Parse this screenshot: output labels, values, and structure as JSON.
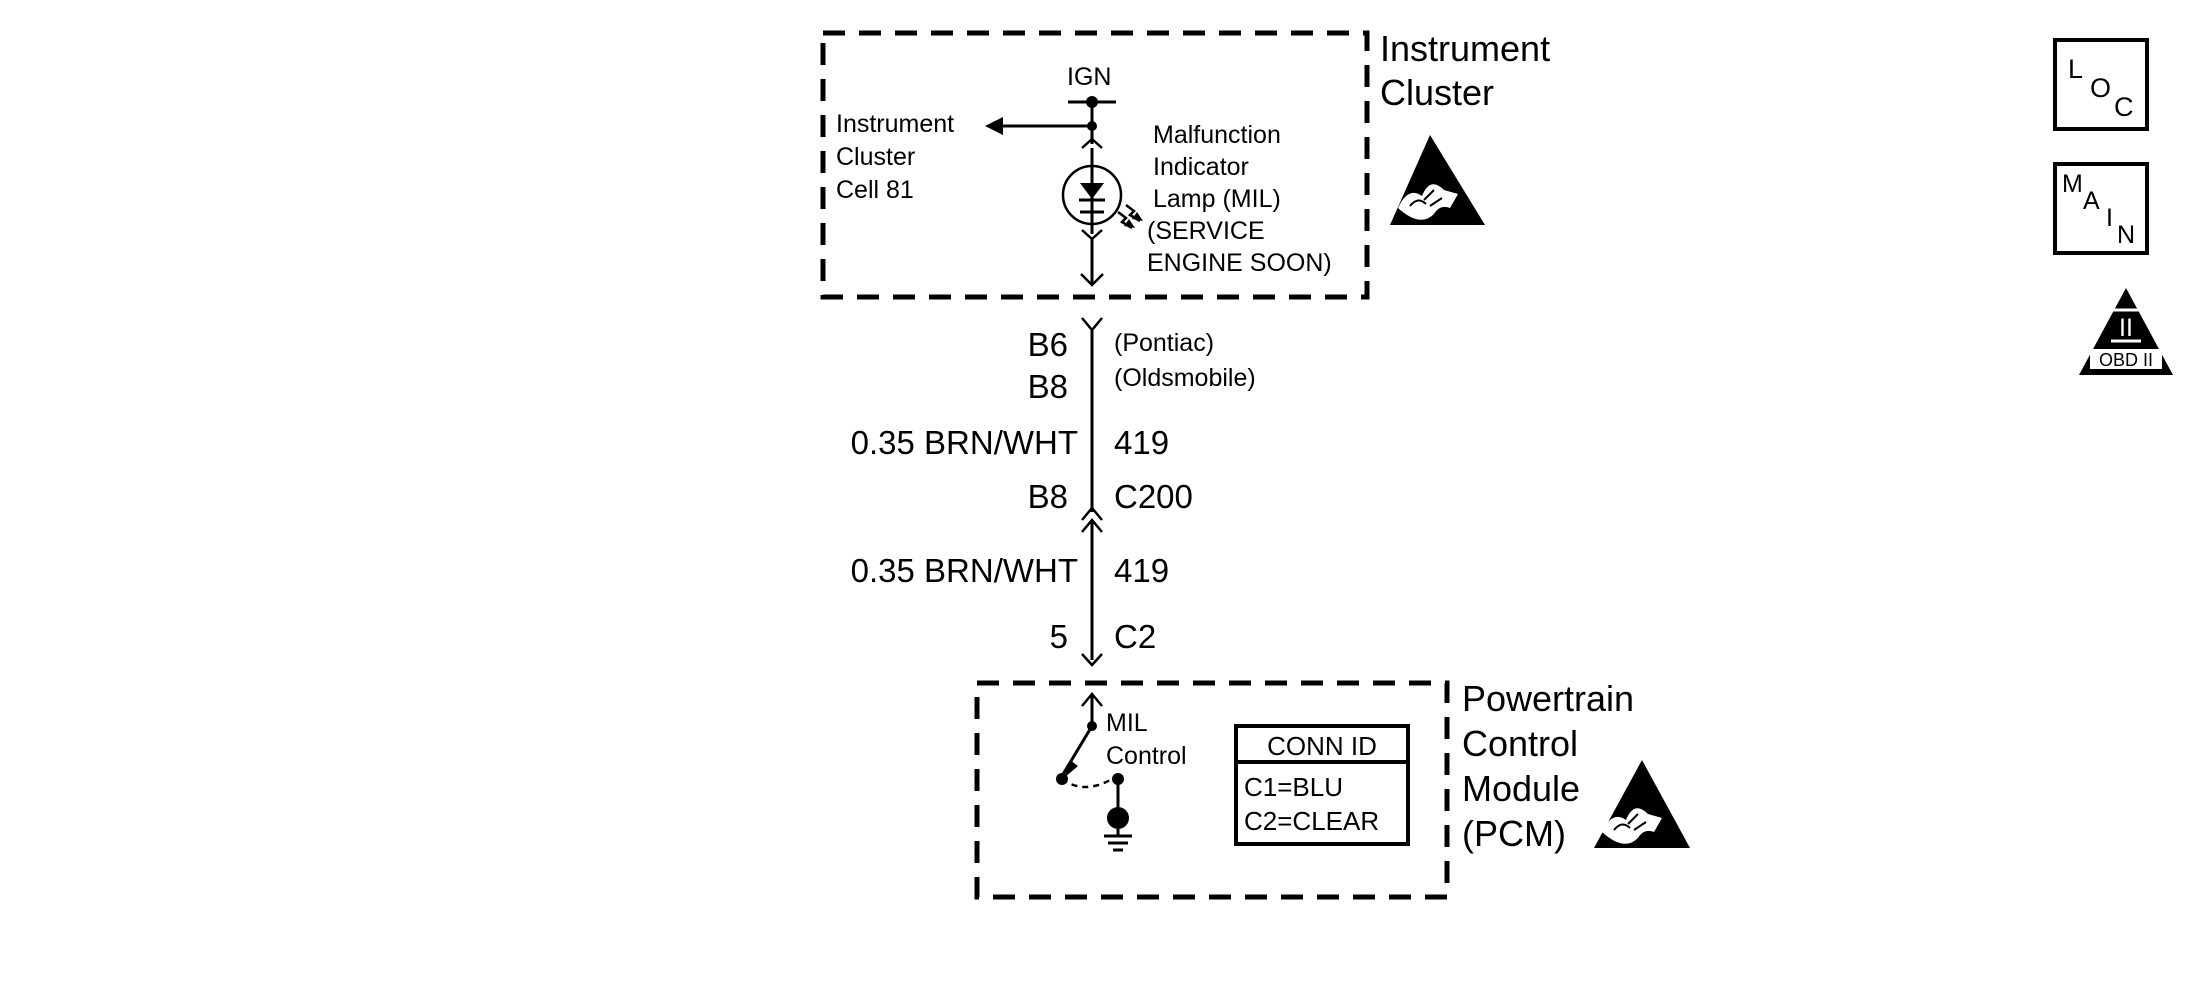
{
  "instrument_cluster": {
    "title_line1": "Instrument",
    "title_line2": "Cluster",
    "ign": "IGN",
    "ref_line1": "Instrument",
    "ref_line2": "Cluster",
    "ref_line3": "Cell 81",
    "mil_line1": "Malfunction",
    "mil_line2": "Indicator",
    "mil_line3": "Lamp (MIL)",
    "mil_line4": "(SERVICE",
    "mil_line5": "ENGINE SOON)"
  },
  "wiring": {
    "pin_b6": "B6",
    "pin_b8_upper": "B8",
    "note_pontiac": "(Pontiac)",
    "note_oldsmobile": "(Oldsmobile)",
    "wire_upper_gauge": "0.35 BRN/WHT",
    "circuit_upper": "419",
    "connector_pin": "B8",
    "connector": "C200",
    "wire_lower_gauge": "0.35 BRN/WHT",
    "circuit_lower": "419",
    "pcm_pin": "5",
    "pcm_connector": "C2"
  },
  "pcm": {
    "title_line1": "Powertrain",
    "title_line2": "Control",
    "title_line3": "Module",
    "title_line4": "(PCM)",
    "mil_control_line1": "MIL",
    "mil_control_line2": "Control",
    "conn_id_header": "CONN ID",
    "conn_c1": "C1=BLU",
    "conn_c2": "C2=CLEAR"
  },
  "side_icons": {
    "loc_l": "L",
    "loc_o": "O",
    "loc_c": "C",
    "main_m": "M",
    "main_a": "A",
    "main_i": "I",
    "main_n": "N",
    "obd_roman": "II",
    "obd_label": "OBD II"
  }
}
